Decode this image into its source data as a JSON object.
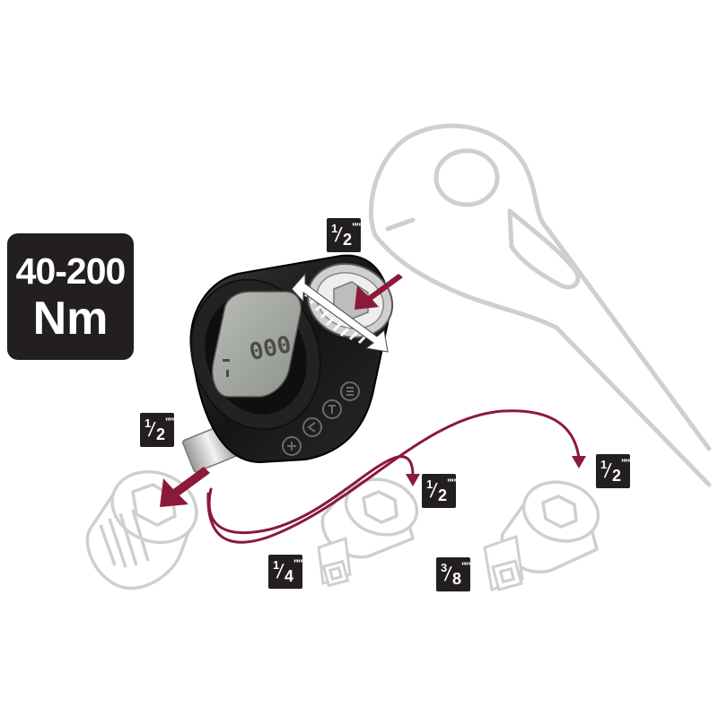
{
  "torque_range": {
    "range": "40-200",
    "unit": "Nm"
  },
  "size_tags": [
    {
      "id": "top-input",
      "num": "1",
      "den": "2",
      "inch": "\"\""
    },
    {
      "id": "left-output",
      "num": "1",
      "den": "2",
      "inch": "\"\""
    },
    {
      "id": "middle-socket",
      "num": "1",
      "den": "2",
      "inch": "\"\""
    },
    {
      "id": "right-socket",
      "num": "1",
      "den": "2",
      "inch": "\"\""
    },
    {
      "id": "adapter-quarter",
      "num": "1",
      "den": "4",
      "inch": "\"\""
    },
    {
      "id": "adapter-three-eighths",
      "num": "3",
      "den": "8",
      "inch": "\"\""
    }
  ],
  "colors": {
    "accent": "#8b1a3a",
    "outline": "#cfcfcf",
    "device_body": "#1e1e1e",
    "badge": "#231f20"
  },
  "icons": [
    "wrench-outline-icon",
    "digital-torque-adapter-icon",
    "socket-icon",
    "reducer-adapter-icon",
    "arrow-icon"
  ]
}
